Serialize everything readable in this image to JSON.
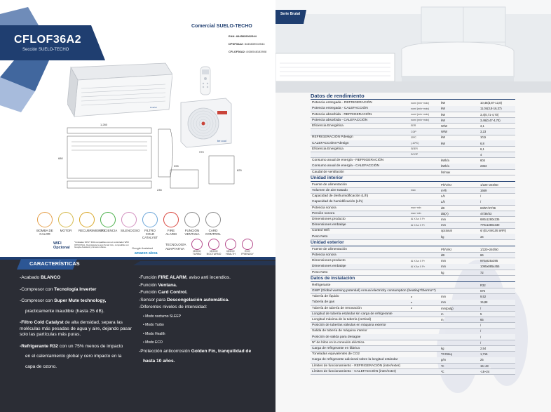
{
  "left": {
    "model": "CFLOF36A2",
    "section": "Sección SUELO-TECHO",
    "category": "Comercial SUELO-TECHO",
    "ean": [
      {
        "label": "EAN: 8445839002544",
        "value": ""
      },
      {
        "label": "DPSF36A2:",
        "value": "8445839002544"
      },
      {
        "label": "CFLOF36A2:",
        "value": "8436548183908"
      }
    ],
    "drawing_dims": {
      "width": "1,280",
      "height": "680",
      "depth": "235",
      "unit_w": "970",
      "unit_d": "395",
      "unit_h": "825"
    },
    "indoor_brand": "inverter",
    "outdoor_badge": "be cool",
    "icons": [
      {
        "name": "bomba-de-calor-icon",
        "label": "BOMBA DE CALOR"
      },
      {
        "name": "motor-icon",
        "label": "MOTOR"
      },
      {
        "name": "golden-fin-icon",
        "label": "RECUBRIMIENTO"
      },
      {
        "name": "eficiencia-icon",
        "label": "EFICIENCIA"
      },
      {
        "name": "silencioso-icon",
        "label": "SILENCIOSO"
      },
      {
        "name": "filtro-icon",
        "label": "FILTRO COLD CATALYST"
      },
      {
        "name": "fire-alarm-icon",
        "label": "FIRE ALARM"
      },
      {
        "name": "funcion-ventana-icon",
        "label": "FUNCIÓN VENTANA"
      },
      {
        "name": "card-control-icon",
        "label": "CARD CONTROL"
      }
    ],
    "wifi_label": "WIFI Opcional",
    "wifi_note": "*Unidades SPLIT R32 compatibles con el controlador WIFI OPCIONAL. Descárgate la app Smart Life, compatible con Google Assistant y Amazon Alexa.",
    "compat_google": "Google Assistant",
    "compat_alexa": "amazon alexa",
    "tech_label": "TECNOLOGÍA ADAPTATIVA",
    "modes": [
      {
        "name": "modo-turbo-icon",
        "label": "MODO TURBO"
      },
      {
        "name": "modo-nocturno-icon",
        "label": "MODO NOCTURNO"
      },
      {
        "name": "modo-health-icon",
        "label": "MODO HEALTH"
      },
      {
        "name": "eco-friendly-icon",
        "label": "ECO FRIENDLY"
      }
    ],
    "char_title": "CARACTERÍSTICAS",
    "features_left": [
      {
        "bold": "",
        "text": "-Acabado BLANCO"
      },
      {
        "bold": "",
        "text": "-Compresor con Tecnología Inverter"
      },
      {
        "bold": "",
        "text": "-Compresor con Super Mute technology,"
      },
      {
        "bold": "",
        "text": "practicamente inaudible (hasta 25 dB)."
      },
      {
        "bold": "",
        "text": "-Filtro Cold Catalyst de alta densidad, separa las moléculas más pesadas de agua y aire, dejando pasar solo las partículas más puras."
      },
      {
        "bold": "",
        "text": "-Refrigerante R32 con un 75% menos de impacto"
      },
      {
        "bold": "",
        "text": "en el calentamiento global  y cero impacto en la"
      },
      {
        "bold": "",
        "text": "capa de ozono."
      }
    ],
    "features_right": [
      "-Función FIRE ALARM, aviso anti incendios.",
      "-Función Ventana.",
      "-Función Card Control.",
      "-Sensor para Descongelación automática.",
      "-Diferentes niveles de intensidad:",
      "•     Modo nocturno SLEEP",
      "•     Modo Turbo",
      "•     Modo Health",
      "•     Modo ECO",
      "-Protección anticorrosión Golden Fin, tranquilidad de",
      "hasta 10 años."
    ]
  },
  "right": {
    "serie_label": "Serie Brutal",
    "perf_title": "Datos de rendimiento",
    "perf_rows": [
      {
        "label": "Potencia entregada - REFRIGERACIÓN",
        "cond": "nomi (mín~máx)",
        "unit": "kW",
        "value": "10,46(3,87-13,8)"
      },
      {
        "label": "Potencia entregada - CALEFACCIÓN",
        "cond": "nomi (mín~máx)",
        "unit": "kW",
        "value": "11,04(3,8-16,37)"
      },
      {
        "label": "Potencia absorbida - REFRIGERACIÓN",
        "cond": "nomi (mín~máx)",
        "unit": "kW",
        "value": "3,4(0,71-4,70)"
      },
      {
        "label": "Potencia absorbida - CALEFACCIÓN",
        "cond": "nomi (mín~máx)",
        "unit": "kW",
        "value": "3,46(0,47-4,70)"
      },
      {
        "label": "Eficiencia Energética",
        "cond": "EER",
        "unit": "W/W",
        "value": "3,1"
      },
      {
        "label": "",
        "cond": "COP",
        "unit": "W/W",
        "value": "3,23"
      },
      {
        "label": "REFRIGERACIÓN Pdesign",
        "cond": "35ºC",
        "unit": "kW",
        "value": "10,5"
      },
      {
        "label": "CALEFACCIÓN Pdesign",
        "cond": "(-10ºC)",
        "unit": "kW",
        "value": "6,8"
      },
      {
        "label": "Eficiencia Energética",
        "cond": "SEER",
        "unit": "",
        "value": "6,1"
      },
      {
        "label": "",
        "cond": "SCOP",
        "unit": "",
        "value": "4"
      },
      {
        "label": "Consumo anual de energía - REFRIGERACIÓN",
        "cond": "",
        "unit": "kWh/a",
        "value": "604"
      },
      {
        "label": "Consumo anual de energía - CALEFACCIÓN",
        "cond": "",
        "unit": "kWh/a",
        "value": "2363"
      },
      {
        "label": "Caudal de ventilación",
        "cond": "",
        "unit": "l/s/max",
        "value": ""
      }
    ],
    "int_title": "Unidad interior",
    "int_rows": [
      {
        "label": "Fuente de alimentación",
        "cond": "",
        "unit": "Ph/V/Hz",
        "value": "1/220~240/50"
      },
      {
        "label": "Volumen de aire tratado",
        "cond": "máx",
        "unit": "m³/h",
        "value": "1669"
      },
      {
        "label": "Capacidad de deshumidificación (L/h)",
        "cond": "",
        "unit": "L/h",
        "value": "/"
      },
      {
        "label": "Capacidad de humidificación (L/h)",
        "cond": "",
        "unit": "L/h",
        "value": "/"
      },
      {
        "label": "Potencia sonora",
        "cond": "max~min",
        "unit": "dB",
        "value": "63/57/47/36"
      },
      {
        "label": "Presión sonora",
        "cond": "max~min",
        "unit": "dB(A)",
        "value": "47/39/33"
      },
      {
        "label": "Dimensiones producto",
        "cond": "Al X An X Pr",
        "unit": "mm",
        "value": "680x1280x235"
      },
      {
        "label": "Dimensiones embalaje",
        "cond": "Al X An X Pr",
        "unit": "mm",
        "value": "770x1380x330"
      },
      {
        "label": "Control Wifi",
        "cond": "",
        "unit": "opcional",
        "value": "sí (EU-SK105 WIFI)"
      },
      {
        "label": "Peso Neto",
        "cond": "",
        "unit": "kg",
        "value": "34"
      }
    ],
    "ext_title": "Unidad exterior",
    "ext_rows": [
      {
        "label": "Fuente de alimentación",
        "cond": "",
        "unit": "Ph/V/Hz",
        "value": "1/220~240/50"
      },
      {
        "label": "Potencia sonora",
        "cond": "",
        "unit": "dB",
        "value": "66"
      },
      {
        "label": "Dimensiones producto",
        "cond": "Al X An X Pr",
        "unit": "mm",
        "value": "970x825x395"
      },
      {
        "label": "Dimensiones embalaje",
        "cond": "Al X An X Pr",
        "unit": "mm",
        "value": "1095x885x455"
      },
      {
        "label": "Peso Neto",
        "cond": "",
        "unit": "kg",
        "value": "72"
      }
    ],
    "inst_title": "Datos de instalación",
    "inst_rows": [
      {
        "label": "Refrigerante",
        "cond": "",
        "unit": "",
        "value": "R32"
      },
      {
        "label": "GWP (Global warming potential) Annual electricity consumption (heating*/thermo**)",
        "cond": "",
        "unit": "",
        "value": "675"
      },
      {
        "label": "Tubería de líquido",
        "cond": "ø",
        "unit": "mm",
        "value": "9,52"
      },
      {
        "label": "Tubería de gas",
        "cond": "ø",
        "unit": "mm",
        "value": "15,88"
      },
      {
        "label": "Tubería de tubería de renovación",
        "cond": "ø",
        "unit": "mm(pulg)",
        "value": "/"
      },
      {
        "label": "Longitud de tubería estándar sin carga de refrigerante",
        "cond": "",
        "unit": "m",
        "value": "5"
      },
      {
        "label": "Longitud máxima de la tubería (vertical)",
        "cond": "",
        "unit": "m",
        "value": "65"
      },
      {
        "label": "Posición de tuberías válvulas en máquina exterior",
        "cond": "",
        "unit": "",
        "value": "/"
      },
      {
        "label": "Salida de tubería de máquina interior",
        "cond": "",
        "unit": "",
        "value": "/"
      },
      {
        "label": "Posición de salida para desagüe",
        "cond": "",
        "unit": "",
        "value": "/"
      },
      {
        "label": "Nº de hilos en la conexión eléctrica",
        "cond": "",
        "unit": "",
        "value": "/"
      },
      {
        "label": "Carga de refrigerante en fábrica",
        "cond": "",
        "unit": "kg",
        "value": "2,54"
      },
      {
        "label": "Toneladas equivalentes de CO2",
        "cond": "",
        "unit": "TCO2eq",
        "value": "1,715"
      },
      {
        "label": "Carga de refrigerante adicional sobre la longitud estándar",
        "cond": "",
        "unit": "g/m",
        "value": "25"
      },
      {
        "label": "Límites de funcionamiento - REFRIGERACIÓN (inter/exter)",
        "cond": "",
        "unit": "ºC",
        "value": "15~43"
      },
      {
        "label": "Límites de funcionamiento - CALEFACCIÓN (inter/exter)",
        "cond": "",
        "unit": "ºC",
        "value": "-15~24"
      }
    ]
  }
}
